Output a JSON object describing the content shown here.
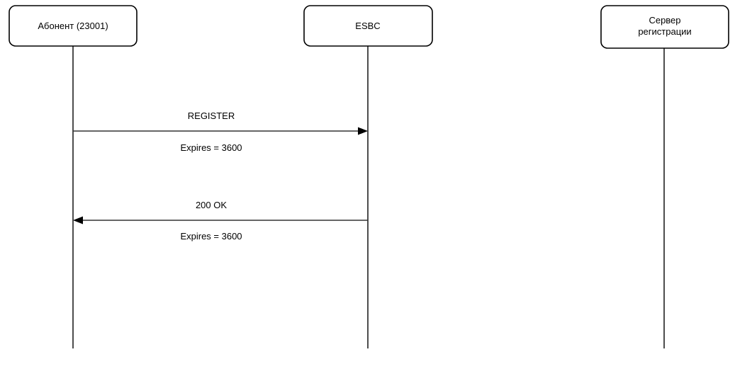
{
  "diagram": {
    "type": "sequence-diagram",
    "actors": [
      {
        "id": "subscriber",
        "label": "Абонент (23001)"
      },
      {
        "id": "esbc",
        "label": "ESBC"
      },
      {
        "id": "registration-server",
        "label_line1": "Сервер",
        "label_line2": "регистрации"
      }
    ],
    "messages": [
      {
        "label": "REGISTER",
        "sublabel": "Expires = 3600",
        "from": "subscriber",
        "to": "esbc",
        "direction": "right"
      },
      {
        "label": "200 OK",
        "sublabel": "Expires = 3600",
        "from": "esbc",
        "to": "subscriber",
        "direction": "left"
      }
    ],
    "colors": {
      "background": "#ffffff",
      "box_border": "#000000",
      "box_fill": "#ffffff",
      "lifeline": "#4d4d4d",
      "message_line": "#333333",
      "arrowhead": "#000000",
      "text": "#000000"
    }
  }
}
